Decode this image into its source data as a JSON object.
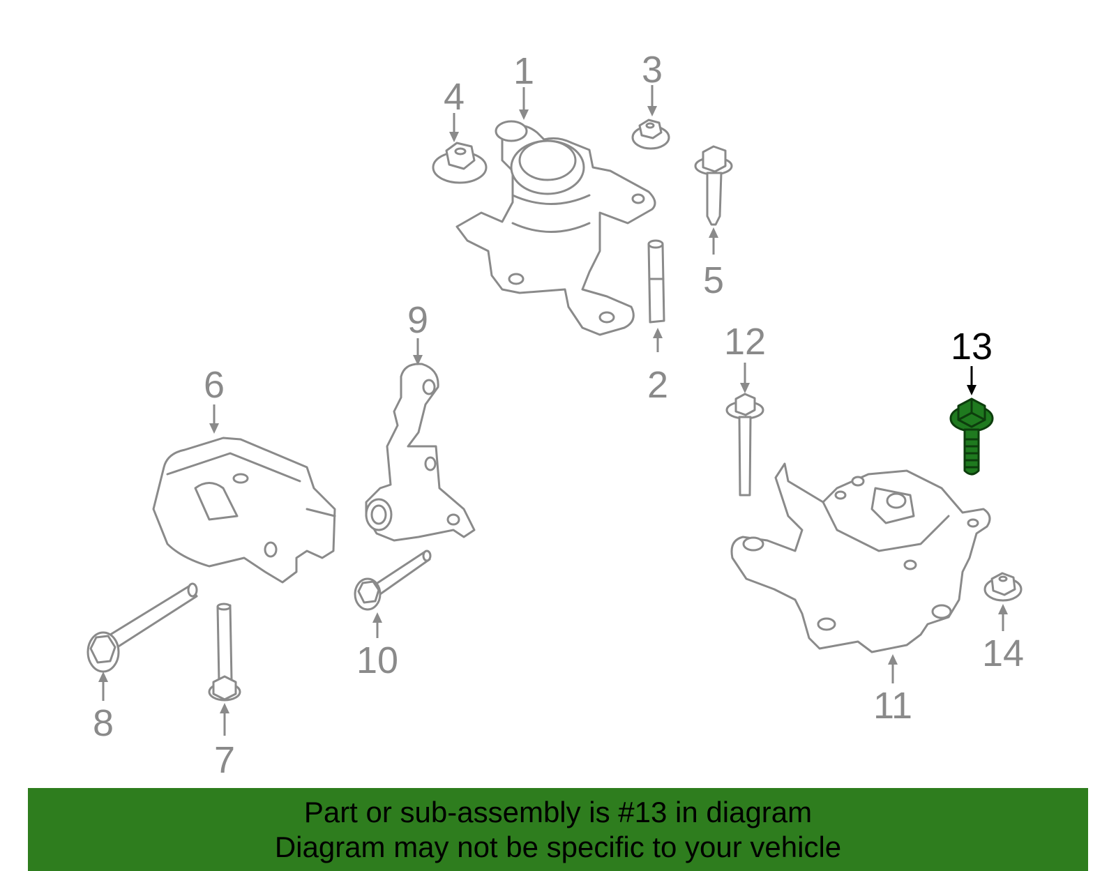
{
  "diagram": {
    "callouts": [
      "1",
      "2",
      "3",
      "4",
      "5",
      "6",
      "7",
      "8",
      "9",
      "10",
      "11",
      "12",
      "13",
      "14"
    ],
    "highlighted_part": "13",
    "colors": {
      "part_stroke": "#8a8a8a",
      "highlight_fill": "#1f7a1f",
      "banner_bg": "#2e7d1e"
    }
  },
  "banner": {
    "line1": "Part or sub-assembly is #13 in diagram",
    "line2": "Diagram may not be specific to your vehicle"
  }
}
